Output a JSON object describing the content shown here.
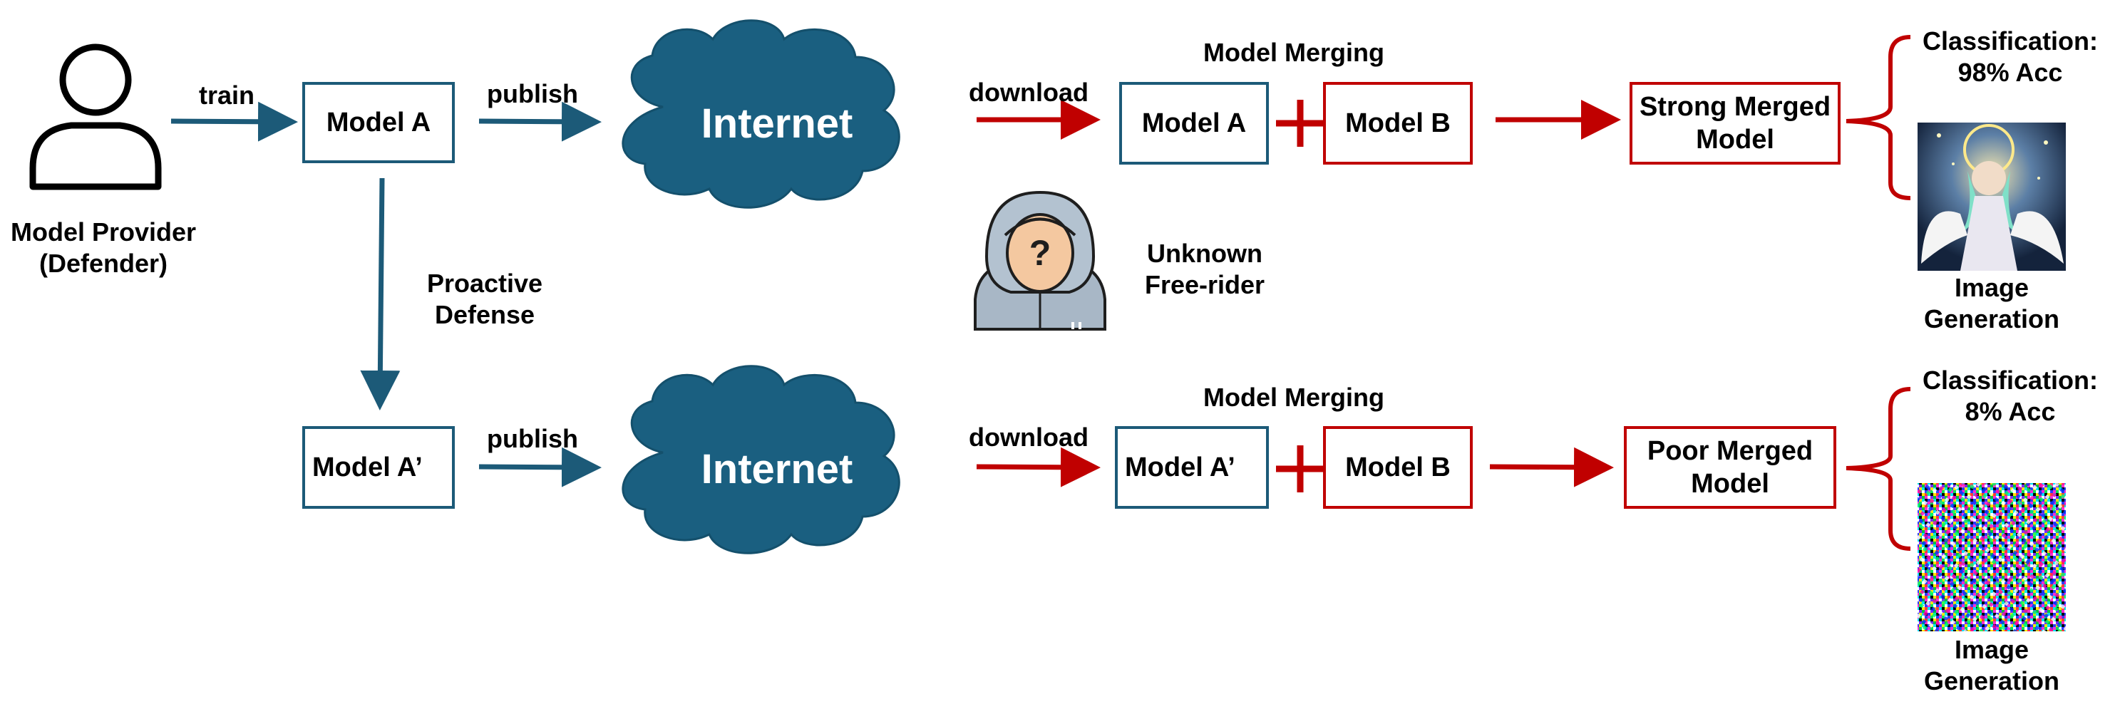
{
  "provider": {
    "line1": "Model Provider",
    "line2": "(Defender)"
  },
  "top_row": {
    "train_label": "train",
    "model_a": "Model A",
    "publish_label": "publish",
    "internet": "Internet",
    "download_label": "download",
    "merging_title": "Model Merging",
    "merge_model_a": "Model A",
    "merge_model_b": "Model B",
    "result_line1": "Strong Merged",
    "result_line2": "Model",
    "classification_line1": "Classification:",
    "classification_line2": "98% Acc",
    "image_gen_line1": "Image",
    "image_gen_line2": "Generation"
  },
  "defense": {
    "line1": "Proactive",
    "line2": "Defense"
  },
  "free_rider": {
    "line1": "Unknown",
    "line2": "Free-rider"
  },
  "bottom_row": {
    "model_a_prime": "Model A’",
    "publish_label": "publish",
    "internet": "Internet",
    "download_label": "download",
    "merging_title": "Model Merging",
    "merge_model_a_prime": "Model A’",
    "merge_model_b": "Model B",
    "result_line1": "Poor Merged",
    "result_line2": "Model",
    "classification_line1": "Classification:",
    "classification_line2": "8% Acc",
    "image_gen_line1": "Image",
    "image_gen_line2": "Generation"
  },
  "colors": {
    "blue": "#1c5a78",
    "red": "#c00000",
    "cloud": "#1a5f80",
    "lock": "#f5b800"
  },
  "icons": [
    "user-icon",
    "hooded-hacker-icon",
    "lock-icon",
    "cloud-icon",
    "angel-portrait-image",
    "noise-image"
  ]
}
